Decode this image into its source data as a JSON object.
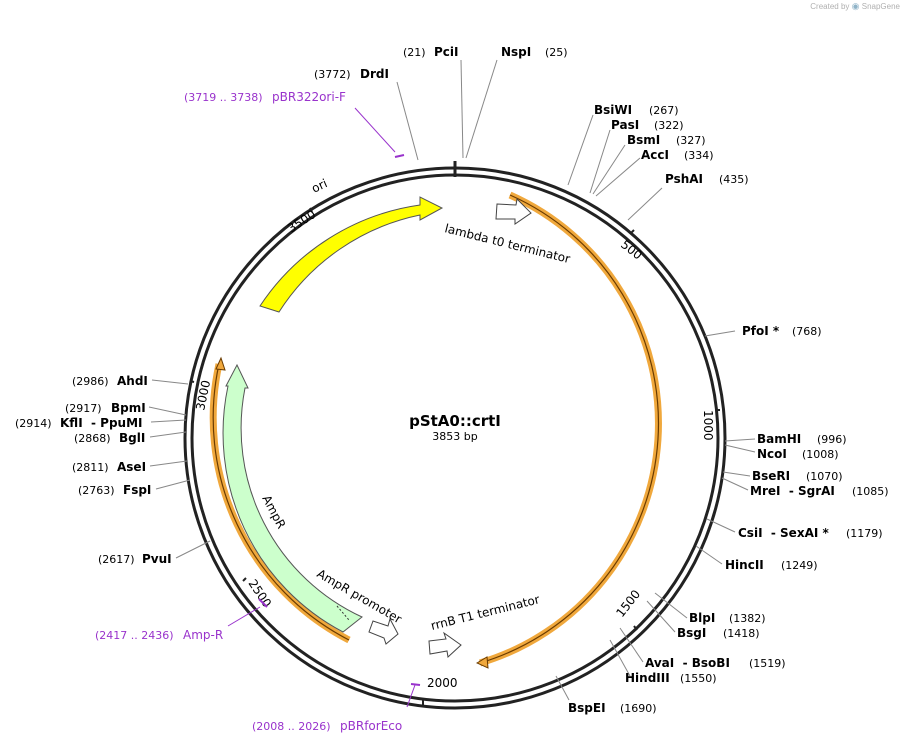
{
  "brand": {
    "created_by": "Created by",
    "app_name": "SnapGene"
  },
  "plasmid": {
    "name": "pStA0::crtI",
    "size_label": "3853 bp",
    "length": 3853
  },
  "colors": {
    "backbone": "#222222",
    "feature_orange": "#f0a83c",
    "ori_yellow": "#ffff00",
    "ampr_green": "#ccffcc",
    "primer_purple": "#9933cc"
  },
  "ticks": [
    "500",
    "1000",
    "1500",
    "2000",
    "2500",
    "3000",
    "3500"
  ],
  "sites": [
    {
      "name": "PciI",
      "pos": "(21)"
    },
    {
      "name": "NspI",
      "pos": "(25)"
    },
    {
      "name": "DrdI",
      "pos": "(3772)"
    },
    {
      "name": "BsiWI",
      "pos": "(267)"
    },
    {
      "name": "PasI",
      "pos": "(322)"
    },
    {
      "name": "BsmI",
      "pos": "(327)"
    },
    {
      "name": "AccI",
      "pos": "(334)"
    },
    {
      "name": "PshAI",
      "pos": "(435)"
    },
    {
      "name": "PfoI *",
      "pos": "(768)"
    },
    {
      "name": "BamHI",
      "pos": "(996)"
    },
    {
      "name": "NcoI",
      "pos": "(1008)"
    },
    {
      "name": "BseRI",
      "pos": "(1070)"
    },
    {
      "name": "MreI  - SgrAI",
      "pos": "(1085)"
    },
    {
      "name": "CsiI  - SexAI *",
      "pos": "(1179)"
    },
    {
      "name": "HincII",
      "pos": "(1249)"
    },
    {
      "name": "BlpI",
      "pos": "(1382)"
    },
    {
      "name": "BsgI",
      "pos": "(1418)"
    },
    {
      "name": "AvaI  - BsoBI",
      "pos": "(1519)"
    },
    {
      "name": "HindIII",
      "pos": "(1550)"
    },
    {
      "name": "BspEI",
      "pos": "(1690)"
    },
    {
      "name": "PvuI",
      "pos": "(2617)"
    },
    {
      "name": "FspI",
      "pos": "(2763)"
    },
    {
      "name": "AseI",
      "pos": "(2811)"
    },
    {
      "name": "BglI",
      "pos": "(2868)"
    },
    {
      "name": "KflI  - PpuMI",
      "pos": "(2914)"
    },
    {
      "name": "BpmI",
      "pos": "(2917)"
    },
    {
      "name": "AhdI",
      "pos": "(2986)"
    }
  ],
  "primers": [
    {
      "range": "(3719 .. 3738)",
      "name": "pBR322ori-F"
    },
    {
      "range": "(2417 .. 2436)",
      "name": "Amp-R"
    },
    {
      "range": "(2008 .. 2026)",
      "name": "pBRforEco"
    }
  ],
  "features": {
    "ori": "ori",
    "ampr": "AmpR",
    "ampr_promoter": "AmpR promoter",
    "lambda_t0": "lambda t0 terminator",
    "rrnb_t1": "rrnB T1 terminator"
  }
}
